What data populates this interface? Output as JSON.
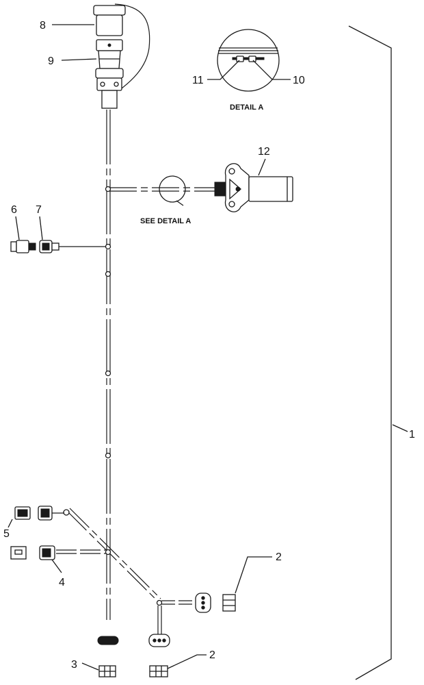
{
  "callouts": {
    "c1": "1",
    "c2a": "2",
    "c2b": "2",
    "c3": "3",
    "c4": "4",
    "c5": "5",
    "c6": "6",
    "c7": "7",
    "c8": "8",
    "c9": "9",
    "c10": "10",
    "c11": "11",
    "c12": "12"
  },
  "captions": {
    "detail_title": "DETAIL A",
    "see_detail": "SEE DETAIL A"
  }
}
